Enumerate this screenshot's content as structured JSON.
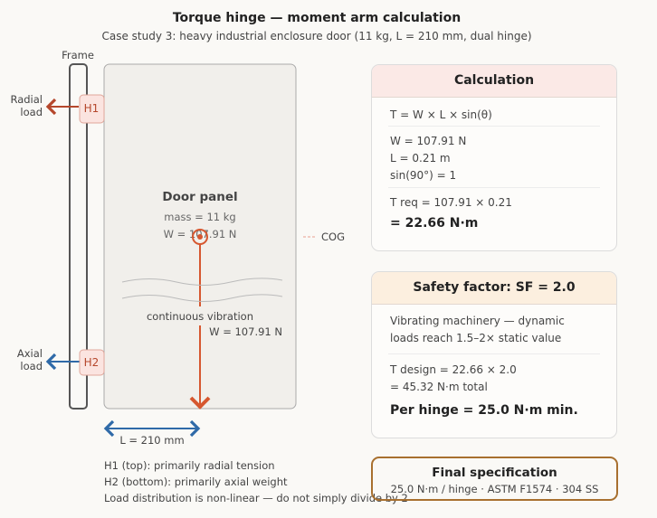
{
  "title": "Torque hinge — moment arm calculation",
  "subtitle": "Case study 3: heavy industrial enclosure door (11 kg, L = 210 mm, dual hinge)",
  "diagram": {
    "frame_label": "Frame",
    "h1": "H1",
    "h2": "H2",
    "radial_load": [
      "Radial",
      "load"
    ],
    "axial_load": [
      "Axial",
      "load"
    ],
    "door_title": "Door panel",
    "mass": "mass = 11 kg",
    "weight": "W = 107.91 N",
    "cog": "COG",
    "vibration": "continuous vibration",
    "weight_arrow": "W = 107.91 N",
    "length": "L = 210 mm",
    "notes": [
      "H1 (top): primarily radial tension",
      "H2 (bottom): primarily axial weight",
      "Load distribution is non-linear — do not simply divide by 2"
    ]
  },
  "calculation": {
    "header": "Calculation",
    "formula": "T = W × L × sin(θ)",
    "inputs": [
      "W = 107.91 N",
      "L = 0.21 m",
      "sin(90°) = 1"
    ],
    "treq": "T req = 107.91 × 0.21",
    "result": "= 22.66 N·m"
  },
  "safety": {
    "header": "Safety factor: SF = 2.0",
    "reason": [
      "Vibrating machinery — dynamic",
      "loads reach 1.5–2× static value"
    ],
    "design": [
      "T design = 22.66 × 2.0",
      "= 45.32 N·m total"
    ],
    "per_hinge": "Per hinge = 25.0 N·m min."
  },
  "final": {
    "title": "Final specification",
    "spec": "25.0 N·m / hinge · ASTM F1574 · 304 SS"
  },
  "colors": {
    "radial": "#b5472c",
    "axial": "#2f6aa8",
    "weight": "#d6572f",
    "calc_header": "#fbe9e6",
    "safety_header": "#fcefdf",
    "final_border": "#a8702f"
  }
}
